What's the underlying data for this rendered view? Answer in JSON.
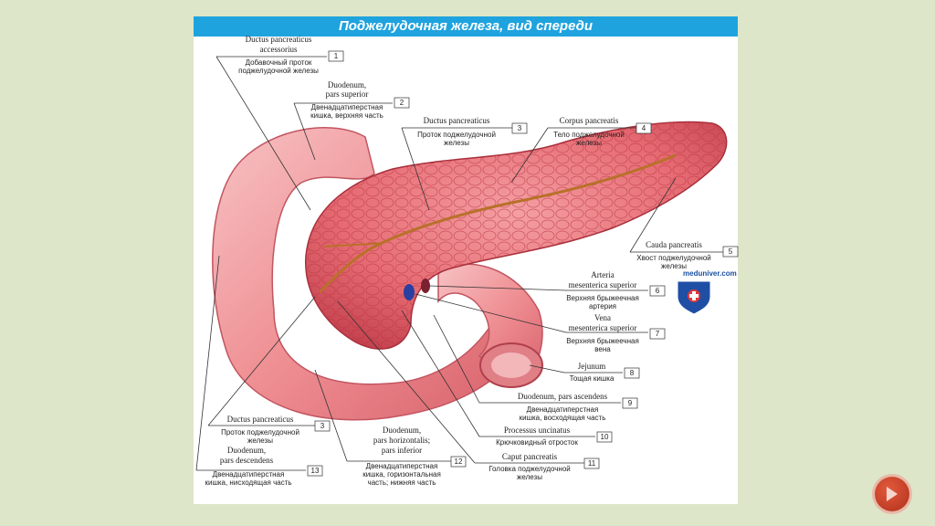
{
  "title": "Поджелудочная железа, вид спереди",
  "watermark": "meduniver.com",
  "colors": {
    "background": "#dde6c8",
    "title_bar": "#1fa3de",
    "tissue": "#e66a72",
    "tissue_dark": "#c2404c",
    "duct": "#b8712a",
    "next_button": "#c63a22"
  },
  "labels": [
    {
      "latin": [
        "Ductus pancreaticus",
        "accessorius"
      ],
      "russian": [
        "Добавочный проток",
        "поджелудочной железы"
      ],
      "num": "1"
    },
    {
      "latin": [
        "Duodenum,",
        "pars superior"
      ],
      "russian": [
        "Двенадцатиперстная",
        "кишка, верхняя часть"
      ],
      "num": "2"
    },
    {
      "latin": [
        "Ductus pancreaticus"
      ],
      "russian": [
        "Проток поджелудочной",
        "железы"
      ],
      "num": "3"
    },
    {
      "latin": [
        "Corpus pancreatis"
      ],
      "russian": [
        "Тело поджелудочной",
        "железы"
      ],
      "num": "4"
    },
    {
      "latin": [
        "Cauda pancreatis"
      ],
      "russian": [
        "Хвост поджелудочной",
        "железы"
      ],
      "num": "5"
    },
    {
      "latin": [
        "Arteria",
        "mesenterica superior"
      ],
      "russian": [
        "Верхняя брыжеечная",
        "артерия"
      ],
      "num": "6"
    },
    {
      "latin": [
        "Vena",
        "mesenterica superior"
      ],
      "russian": [
        "Верхняя брыжеечная",
        "вена"
      ],
      "num": "7"
    },
    {
      "latin": [
        "Jejunum"
      ],
      "russian": [
        "Тощая кишка"
      ],
      "num": "8"
    },
    {
      "latin": [
        "Duodenum, pars ascendens"
      ],
      "russian": [
        "Двенадцатиперстная",
        "кишка, восходящая часть"
      ],
      "num": "9"
    },
    {
      "latin": [
        "Processus uncinatus"
      ],
      "russian": [
        "Крючковидный отросток"
      ],
      "num": "10"
    },
    {
      "latin": [
        "Caput pancreatis"
      ],
      "russian": [
        "Головка поджелудочной",
        "железы"
      ],
      "num": "11"
    },
    {
      "latin": [
        "Duodenum,",
        "pars horizontalis;",
        "pars inferior"
      ],
      "russian": [
        "Двенадцатиперстная",
        "кишка, горизонтальная",
        "часть; нижняя часть"
      ],
      "num": "12"
    },
    {
      "latin": [
        "Ductus pancreaticus"
      ],
      "russian": [
        "Проток поджелудочной",
        "железы"
      ],
      "num": "3"
    },
    {
      "latin": [
        "Duodenum,",
        "pars descendens"
      ],
      "russian": [
        "Двенадцатиперстная",
        "кишка, нисходящая часть"
      ],
      "num": "13"
    }
  ]
}
